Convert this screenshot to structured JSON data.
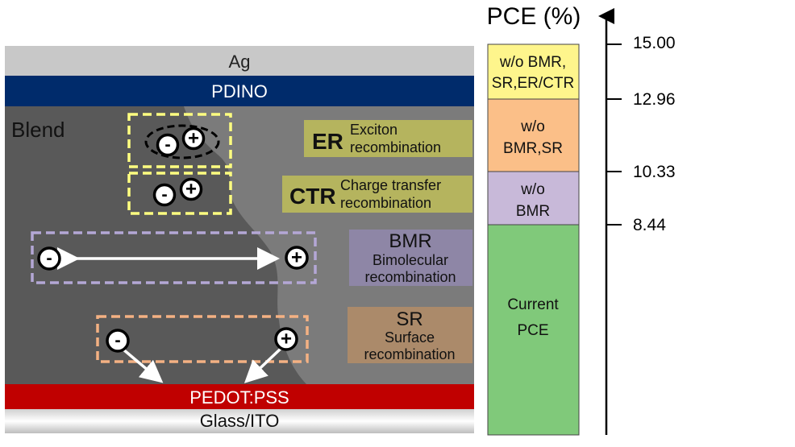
{
  "device": {
    "top_electrode": "Ag",
    "interlayer": "PDINO",
    "active_layer": "Blend",
    "hole_layer": "PEDOT:PSS",
    "substrate": "Glass/ITO"
  },
  "mechanisms": {
    "er": {
      "abbr": "ER",
      "line1": "Exciton",
      "line2": "recombination",
      "color": "#b5b45e"
    },
    "ctr": {
      "abbr": "CTR",
      "line1": "Charge transfer",
      "line2": "recombination",
      "color": "#b5b45e"
    },
    "bmr": {
      "abbr": "BMR",
      "line1": "Bimolecular",
      "line2": "recombination",
      "color": "#8e86a6"
    },
    "sr": {
      "abbr": "SR",
      "line1": "Surface",
      "line2": "recombination",
      "color": "#ab8a6a"
    }
  },
  "carriers": {
    "electron": "-",
    "hole": "+"
  },
  "pce": {
    "title": "PCE (%)",
    "ticks": [
      "15.00",
      "12.96",
      "10.33",
      "8.44"
    ],
    "segments": [
      {
        "line1": "w/o BMR,",
        "line2": "SR,ER/CTR",
        "color": "#fef58c"
      },
      {
        "line1": "w/o",
        "line2": "BMR,SR",
        "color": "#fbbf88"
      },
      {
        "line1": "w/o",
        "line2": "BMR",
        "color": "#c8b9d9"
      },
      {
        "line1": "Current",
        "line2": "PCE",
        "color": "#80c97a"
      }
    ]
  },
  "colors": {
    "ag": "#c8c8c8",
    "pdino": "#002b6b",
    "blend_dark": "#595959",
    "blend_light": "#7b7b7b",
    "pedot": "#c00000",
    "er_ctr_box": "#ffff80",
    "bmr_box": "#b4a7d6",
    "sr_box": "#f4b183"
  }
}
